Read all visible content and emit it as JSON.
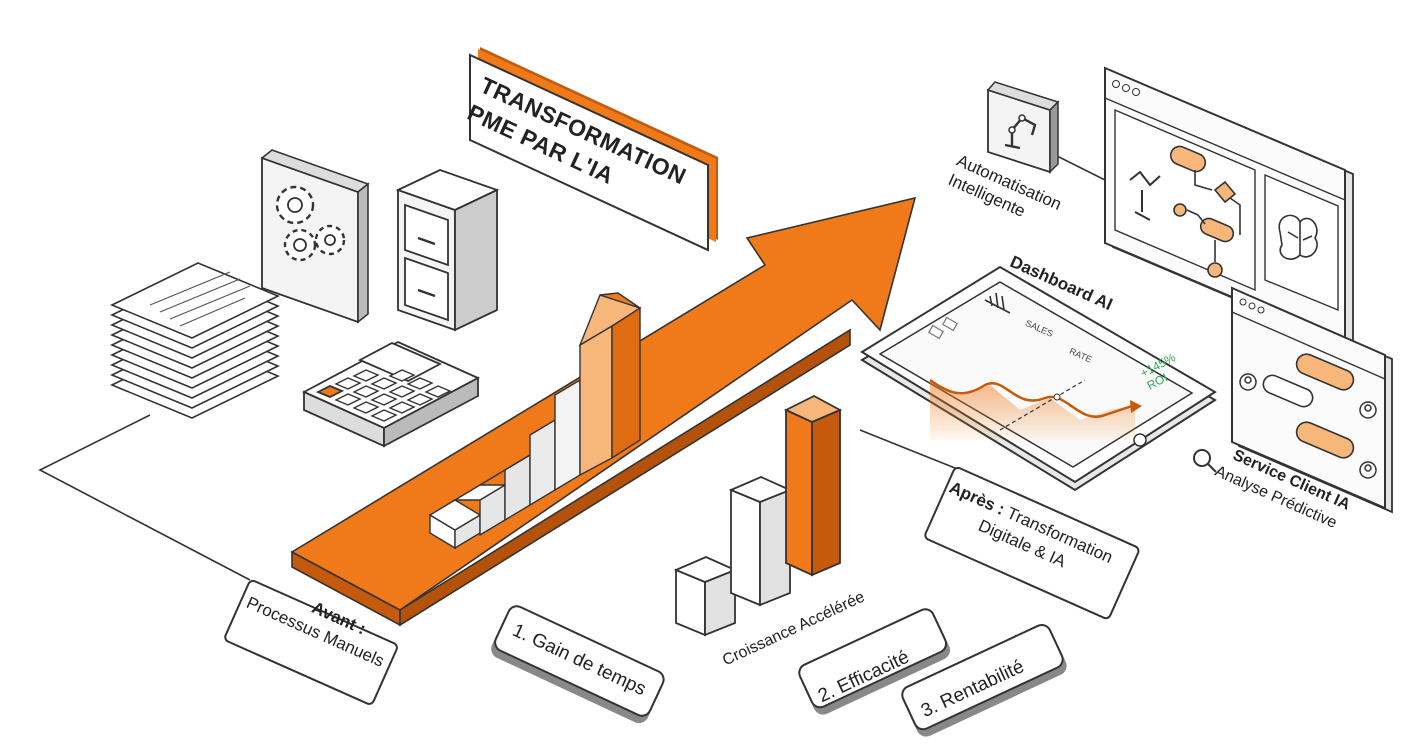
{
  "title": {
    "line1": "TRANSFORMATION",
    "line2": "PME PAR L'IA"
  },
  "before": {
    "heading": "Avant :",
    "text": "Processus Manuels"
  },
  "after": {
    "heading": "Après :",
    "line1": "Transformation",
    "line2": "Digitale & IA"
  },
  "benefits": [
    {
      "label": "1. Gain de temps"
    },
    {
      "label": "2. Efficacité"
    },
    {
      "label": "3. Rentabilité"
    }
  ],
  "growth_label": "Croissance Accélérée",
  "dashboard": {
    "title": "Dashboard AI",
    "stat1": "SALES",
    "stat2": "RATE",
    "roi_value": "+145%",
    "roi_label": "ROI"
  },
  "automation": {
    "line1": "Automatisation",
    "line2": "Intelligente"
  },
  "service": {
    "line1": "Service Client IA",
    "line2": "Analyse Prédictive"
  },
  "colors": {
    "accent": "#f07a1a",
    "accent_light": "#f8b77a",
    "accent_dark": "#c65a0c",
    "ink": "#2a2a2a",
    "roi_green": "#2fa84f"
  },
  "icons": [
    "document-stack-icon",
    "gears-icon",
    "filing-cabinet-icon",
    "calculator-icon",
    "robot-arm-icon",
    "flowchart-icon",
    "brain-icon",
    "chat-icon",
    "user-icon",
    "magnifier-icon",
    "line-chart-icon"
  ]
}
